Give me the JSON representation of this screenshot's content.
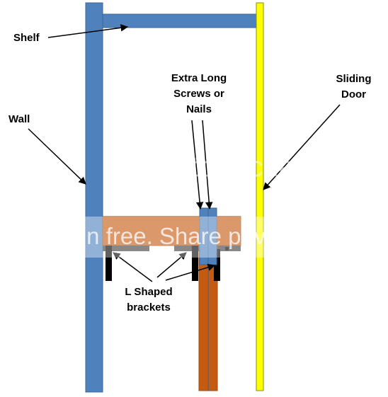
{
  "labels": {
    "shelf": "Shelf",
    "wall": "Wall",
    "screws": [
      "Extra Long",
      "Screws or",
      "Nails"
    ],
    "door": [
      "Sliding",
      "Door"
    ],
    "brackets": [
      "L Shaped",
      "brackets"
    ]
  },
  "watermark": {
    "logo": "photobucket",
    "text": "Join free. Share privately."
  },
  "colors": {
    "wall": "#4f81bd",
    "shelf": "#4f81bd",
    "door": "#ffff00",
    "door_stroke": "#8c8c00",
    "wood": "#c55a11",
    "bracket": "#000000",
    "arrow": "#000000"
  }
}
